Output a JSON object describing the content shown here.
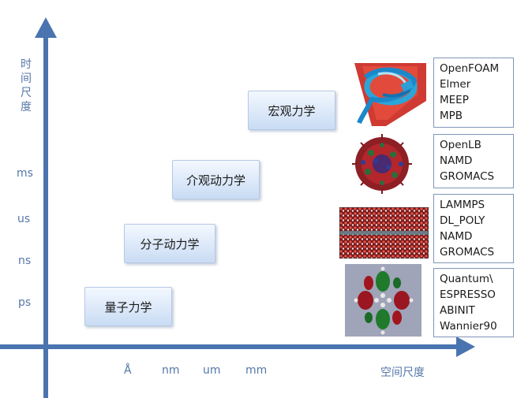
{
  "y_axis": {
    "label_chars": [
      "时",
      "间",
      "尺",
      "度"
    ],
    "ticks": [
      "ms",
      "us",
      "ns",
      "ps"
    ]
  },
  "x_axis": {
    "label": "空间尺度",
    "ticks": [
      "Å",
      "nm",
      "um",
      "mm"
    ]
  },
  "scales": [
    {
      "label": "量子力学"
    },
    {
      "label": "分子动力学"
    },
    {
      "label": "介观动力学"
    },
    {
      "label": "宏观力学"
    }
  ],
  "software": {
    "macro": [
      "OpenFOAM",
      "Elmer",
      "MEEP",
      "MPB"
    ],
    "meso": [
      "OpenLB",
      "NAMD",
      "GROMACS"
    ],
    "molecular": [
      "LAMMPS",
      "DL_POLY",
      "NAMD",
      "GROMACS"
    ],
    "quantum": [
      "Quantum\\",
      "ESPRESSO",
      "ABINIT",
      "Wannier90"
    ]
  },
  "colors": {
    "axis": "#4a74b0",
    "box_top": "#f3f8ff",
    "box_bottom": "#c9dcf4"
  }
}
